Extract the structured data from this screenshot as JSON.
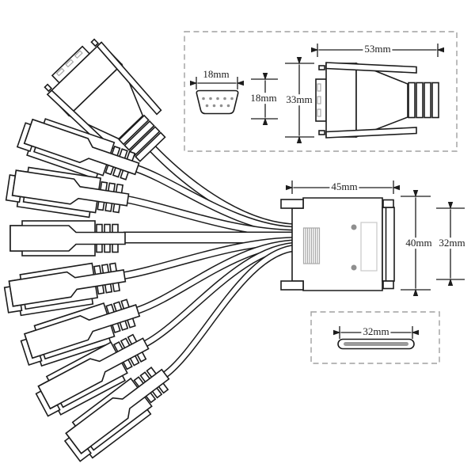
{
  "diagram": {
    "colors": {
      "background": "#ffffff",
      "line": "#1c1c1c",
      "gray_detail": "#999999",
      "dashed_border": "#a0a0a0"
    },
    "dimensions": {
      "dsub_face_width": "18mm",
      "dsub_face_height": "18mm",
      "dsub_side_height": "33mm",
      "dsub_side_length": "53mm",
      "main_connector_depth": "45mm",
      "main_connector_width_outer": "40mm",
      "main_connector_width_inner": "32mm",
      "port_slot_width": "32mm"
    }
  }
}
